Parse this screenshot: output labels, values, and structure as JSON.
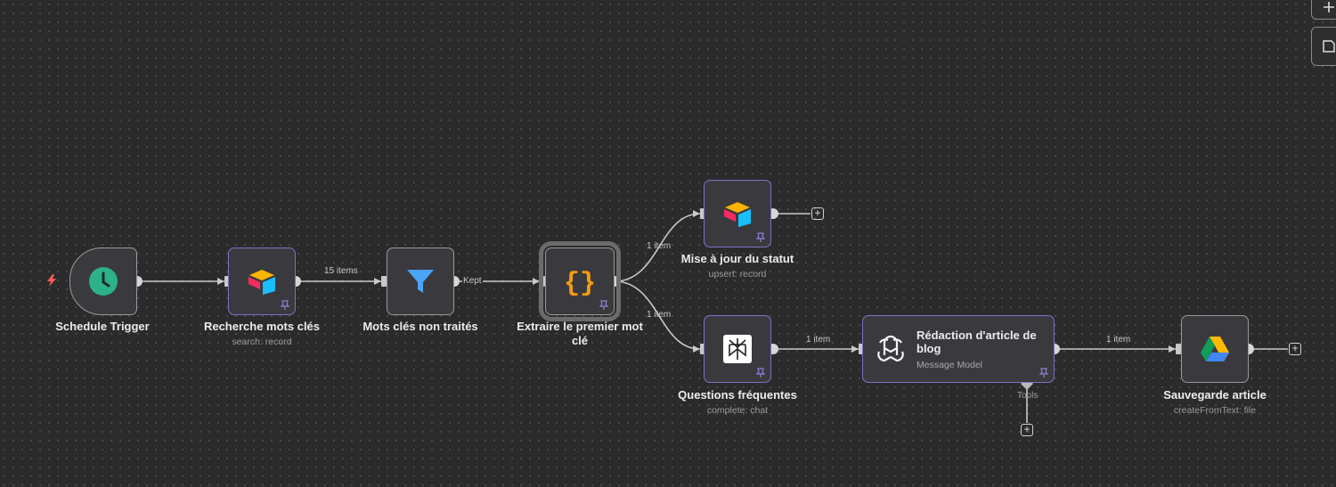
{
  "nodes": {
    "schedule_trigger": {
      "title": "Schedule Trigger"
    },
    "recherche": {
      "title": "Recherche mots clés",
      "subtitle": "search: record"
    },
    "mots_cles": {
      "title": "Mots clés non traités"
    },
    "extraire": {
      "title": "Extraire le premier mot clé"
    },
    "mise_a_jour": {
      "title": "Mise à jour du statut",
      "subtitle": "upsert: record"
    },
    "questions": {
      "title": "Questions fréquentes",
      "subtitle": "complete: chat"
    },
    "redaction": {
      "title": "Rédaction d'article de blog",
      "subtitle": "Message Model",
      "port_label": "Tools"
    },
    "sauvegarde": {
      "title": "Sauvegarde article",
      "subtitle": "createFromText: file"
    }
  },
  "edges": {
    "items_15": "15 items",
    "kept": "Kept",
    "item_upper": "1 item",
    "item_lower": "1 item",
    "item_mid": "1 item",
    "item_right": "1 item"
  },
  "add_symbol": "+",
  "colors": {
    "canvas": "#2b2b2b",
    "node_bg": "#3a3a3e",
    "pinned_border": "#7e6fc4",
    "trigger_icon": "#2bb28b",
    "filter_icon": "#4aa3f5",
    "code_icon": "#f39c12"
  },
  "icons": [
    "clock-icon",
    "airtable-icon",
    "filter-icon",
    "code-braces-icon",
    "perplexity-icon",
    "openai-icon",
    "google-drive-icon",
    "pin-icon",
    "lightning-icon",
    "plus-icon"
  ]
}
